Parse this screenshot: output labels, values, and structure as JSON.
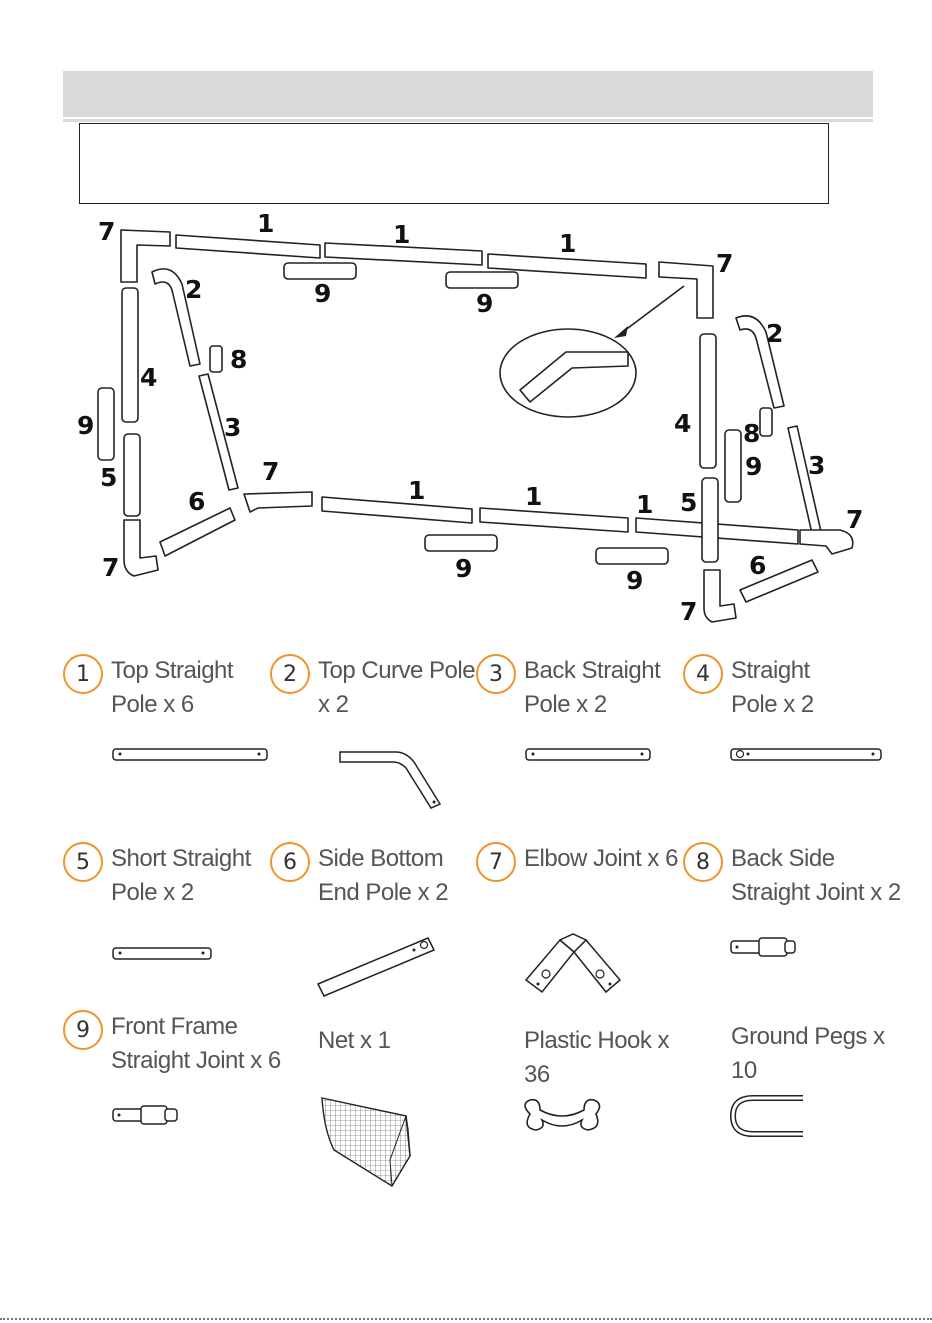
{
  "callouts": {
    "c1a": "1",
    "c1b": "1",
    "c1c": "1",
    "c1d": "1",
    "c1e": "1",
    "c1f": "1",
    "c2a": "2",
    "c2b": "2",
    "c3a": "3",
    "c3b": "3",
    "c4a": "4",
    "c4b": "4",
    "c5a": "5",
    "c5b": "5",
    "c6a": "6",
    "c6b": "6",
    "c7a": "7",
    "c7b": "7",
    "c7c": "7",
    "c7d": "7",
    "c7e": "7",
    "c7f": "7",
    "c8a": "8",
    "c8b": "8",
    "c9a": "9",
    "c9b": "9",
    "c9c": "9",
    "c9d": "9",
    "c9e": "9",
    "c9f": "9"
  },
  "parts": [
    {
      "num": "1",
      "label": "Top Straight\nPole x 6"
    },
    {
      "num": "2",
      "label": "Top Curve Pole\nx 2"
    },
    {
      "num": "3",
      "label": "Back Straight\nPole x 2"
    },
    {
      "num": "4",
      "label": "Straight\nPole x 2"
    },
    {
      "num": "5",
      "label": "Short Straight\nPole x 2"
    },
    {
      "num": "6",
      "label": "Side Bottom\nEnd Pole x 2"
    },
    {
      "num": "7",
      "label": "Elbow Joint x 6"
    },
    {
      "num": "8",
      "label": "Back Side\nStraight Joint x 2"
    },
    {
      "num": "9",
      "label": "Front Frame\nStraight Joint x 6"
    },
    {
      "num": "",
      "label": "Net x 1"
    },
    {
      "num": "",
      "label": "Plastic Hook x 36"
    },
    {
      "num": "",
      "label": "Ground Pegs x 10"
    }
  ],
  "colors": {
    "badge_ring": "#f0932b",
    "header_bar": "#d9d9d9",
    "line": "#222222"
  }
}
